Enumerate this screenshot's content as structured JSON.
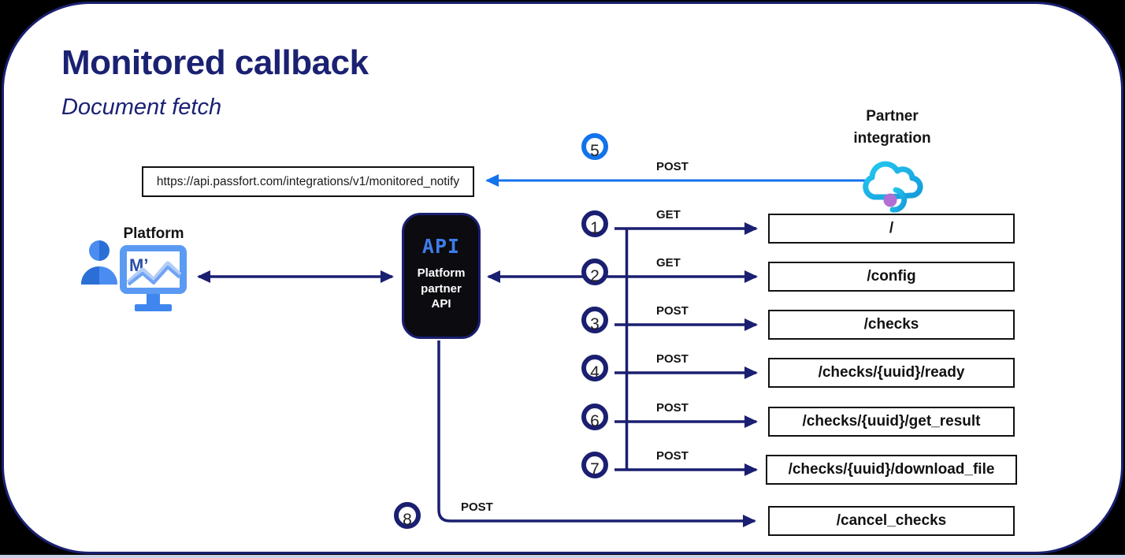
{
  "page": {
    "title": "Monitored callback",
    "subtitle": "Document fetch"
  },
  "colors": {
    "title_navy": "#1b2172",
    "arrow_navy": "#1a1f71",
    "callback_blue": "#1273eb",
    "cloud_cyan": "#22c3ea",
    "cloud_blue": "#169fdd",
    "dot_purple": "#b06fd4",
    "api_logo_blue": "#3e7ce8",
    "platform_blue": "#5b9af3"
  },
  "partner": {
    "label_line1": "Partner",
    "label_line2": "integration"
  },
  "platform": {
    "label": "Platform"
  },
  "api_box": {
    "logo": "API",
    "label": "Platform partner API"
  },
  "callback": {
    "step": "5",
    "method": "POST",
    "url": "https://api.passfort.com/integrations/v1/monitored_notify"
  },
  "rows": [
    {
      "step": "1",
      "method": "GET",
      "endpoint": "/"
    },
    {
      "step": "2",
      "method": "GET",
      "endpoint": "/config"
    },
    {
      "step": "3",
      "method": "POST",
      "endpoint": "/checks"
    },
    {
      "step": "4",
      "method": "POST",
      "endpoint": "/checks/{uuid}/ready"
    },
    {
      "step": "6",
      "method": "POST",
      "endpoint": "/checks/{uuid}/get_result"
    },
    {
      "step": "7",
      "method": "POST",
      "endpoint": "/checks/{uuid}/download_file"
    }
  ],
  "cancel": {
    "step": "8",
    "method": "POST",
    "endpoint": "/cancel_checks"
  }
}
